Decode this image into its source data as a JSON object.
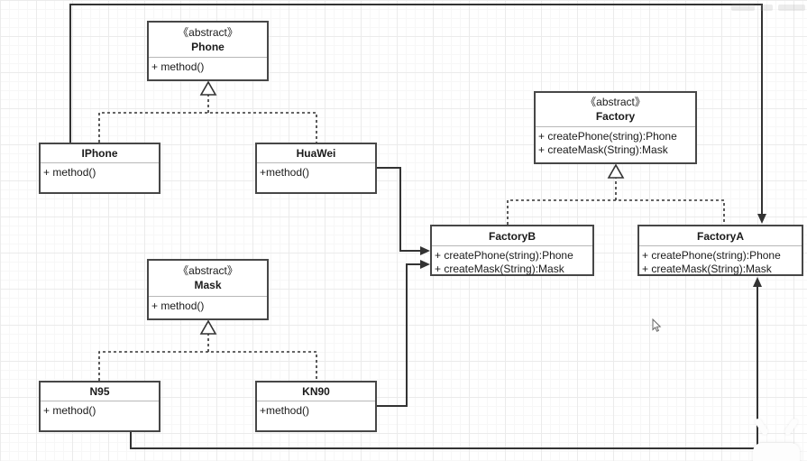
{
  "diagram": {
    "title": "Abstract Factory UML class diagram",
    "classes": {
      "phone": {
        "stereotype": "《abstract》",
        "name": "Phone",
        "members": [
          "+ method()"
        ]
      },
      "iphone": {
        "name": "IPhone",
        "members": [
          "+ method()"
        ]
      },
      "huawei": {
        "name": "HuaWei",
        "members": [
          "+method()"
        ]
      },
      "factory": {
        "stereotype": "《abstract》",
        "name": "Factory",
        "members": [
          "+ createPhone(string):Phone",
          "+ createMask(String):Mask"
        ]
      },
      "factoryB": {
        "name": "FactoryB",
        "members": [
          "+ createPhone(string):Phone",
          "+ createMask(String):Mask"
        ]
      },
      "factoryA": {
        "name": "FactoryA",
        "members": [
          "+ createPhone(string):Phone",
          "+ createMask(String):Mask"
        ]
      },
      "mask": {
        "stereotype": "《abstract》",
        "name": "Mask",
        "members": [
          "+ method()"
        ]
      },
      "n95": {
        "name": "N95",
        "members": [
          "+ method()"
        ]
      },
      "kn90": {
        "name": "KN90",
        "members": [
          "+method()"
        ]
      }
    },
    "relationships": [
      {
        "from": "IPhone",
        "to": "Phone",
        "type": "generalization",
        "line": "dashed-hollow-triangle"
      },
      {
        "from": "HuaWei",
        "to": "Phone",
        "type": "generalization",
        "line": "dashed-hollow-triangle"
      },
      {
        "from": "N95",
        "to": "Mask",
        "type": "generalization",
        "line": "dashed-hollow-triangle"
      },
      {
        "from": "KN90",
        "to": "Mask",
        "type": "generalization",
        "line": "dashed-hollow-triangle"
      },
      {
        "from": "FactoryB",
        "to": "Factory",
        "type": "generalization",
        "line": "dashed-hollow-triangle"
      },
      {
        "from": "FactoryA",
        "to": "Factory",
        "type": "generalization",
        "line": "dashed-hollow-triangle"
      },
      {
        "from": "IPhone",
        "to": "FactoryA",
        "type": "directed-association",
        "line": "solid-filled-arrow"
      },
      {
        "from": "N95",
        "to": "FactoryA",
        "type": "directed-association",
        "line": "solid-filled-arrow"
      },
      {
        "from": "HuaWei",
        "to": "FactoryB",
        "type": "directed-association",
        "line": "solid-filled-arrow"
      },
      {
        "from": "KN90",
        "to": "FactoryB",
        "type": "directed-association",
        "line": "solid-filled-arrow"
      }
    ],
    "colors": {
      "background": "#ffffff",
      "grid_minor": "#f7f7f7",
      "grid_major": "#ebebeb",
      "box_border": "#474747",
      "compartment_divider": "#b8b8b8",
      "wire": "#333333",
      "text": "#1a1a1a"
    },
    "icons": {
      "cursor": "mouse-pointer",
      "watermark_top_right": "faint-logo-marks",
      "watermark_bottom_right": "ghost-tv-logo"
    }
  }
}
